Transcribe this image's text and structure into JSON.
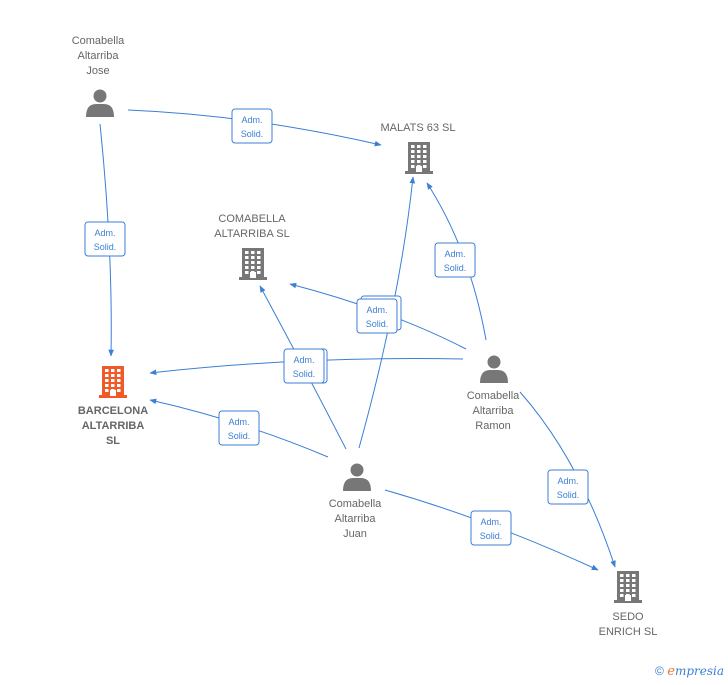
{
  "colors": {
    "edge": "#3b7fd6",
    "node": "#777777",
    "main_node": "#f05a28"
  },
  "nodes": [
    {
      "id": "jose",
      "kind": "person",
      "lines": [
        "Comabella",
        "Altarriba",
        "Jose"
      ]
    },
    {
      "id": "malats",
      "kind": "company",
      "lines": [
        "MALATS 63  SL"
      ]
    },
    {
      "id": "comabella_sl",
      "kind": "company",
      "lines": [
        "COMABELLA",
        "ALTARRIBA  SL"
      ]
    },
    {
      "id": "barcelona",
      "kind": "company",
      "main": true,
      "lines": [
        "BARCELONA",
        "ALTARRIBA",
        "SL"
      ]
    },
    {
      "id": "ramon",
      "kind": "person",
      "lines": [
        "Comabella",
        "Altarriba",
        "Ramon"
      ]
    },
    {
      "id": "juan",
      "kind": "person",
      "lines": [
        "Comabella",
        "Altarriba",
        "Juan"
      ]
    },
    {
      "id": "sedo",
      "kind": "company",
      "lines": [
        "SEDO",
        "ENRICH  SL"
      ]
    }
  ],
  "edges": [
    {
      "from": "jose",
      "to": "malats",
      "label": [
        "Adm.",
        "Solid."
      ]
    },
    {
      "from": "jose",
      "to": "barcelona",
      "label": [
        "Adm.",
        "Solid."
      ]
    },
    {
      "from": "ramon",
      "to": "malats",
      "label": [
        "Adm.",
        "Solid."
      ]
    },
    {
      "from": "ramon",
      "to": "comabella_sl",
      "label": [
        "Adm.",
        "Solid."
      ]
    },
    {
      "from": "ramon",
      "to": "barcelona",
      "label": [
        "Adm.",
        "Solid."
      ]
    },
    {
      "from": "ramon",
      "to": "sedo",
      "label": [
        "Adm.",
        "Solid."
      ]
    },
    {
      "from": "juan",
      "to": "malats",
      "label": [
        "Adm.",
        "Solid."
      ]
    },
    {
      "from": "juan",
      "to": "comabella_sl",
      "label": [
        "Adm.",
        "Solid."
      ]
    },
    {
      "from": "juan",
      "to": "barcelona",
      "label": [
        "Adm.",
        "Solid."
      ]
    },
    {
      "from": "juan",
      "to": "sedo",
      "label": [
        "Adm.",
        "Solid."
      ]
    }
  ],
  "footer": {
    "copyright": "©",
    "brand_first": "e",
    "brand_rest": "mpresia"
  }
}
